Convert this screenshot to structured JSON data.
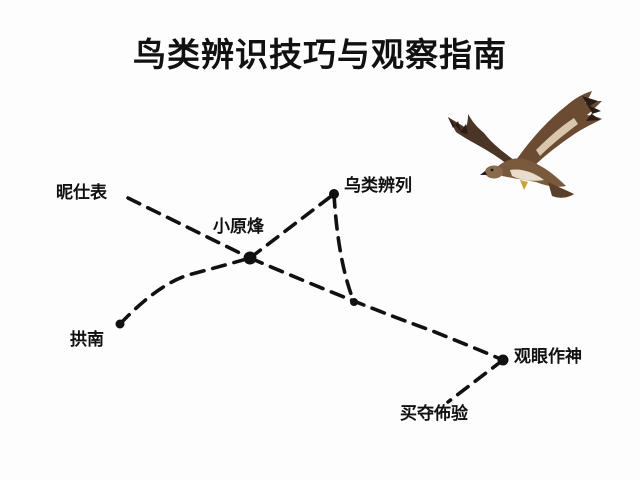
{
  "title": "鸟类辨识技巧与观察指南",
  "diagram": {
    "nodes": [
      {
        "id": "n-left-top",
        "label": "昵仕表"
      },
      {
        "id": "n-center",
        "label": "小原烽"
      },
      {
        "id": "n-right-top",
        "label": "乌类辨列"
      },
      {
        "id": "n-left-bottom",
        "label": "拱南"
      },
      {
        "id": "n-right-mid",
        "label": "观眼作神"
      },
      {
        "id": "n-right-bottom",
        "label": "买夺佈验"
      },
      {
        "id": "n-junction",
        "label": ""
      }
    ],
    "edges": [
      {
        "from": "n-left-top",
        "to": "n-center"
      },
      {
        "from": "n-left-bottom",
        "to": "n-center"
      },
      {
        "from": "n-center",
        "to": "n-right-top"
      },
      {
        "from": "n-right-top",
        "to": "n-junction"
      },
      {
        "from": "n-center",
        "to": "n-right-mid"
      },
      {
        "from": "n-right-mid",
        "to": "n-right-bottom"
      }
    ],
    "colors": {
      "ink": "#111111",
      "background": "#ffffff"
    }
  },
  "illustration": {
    "icon": "eagle-icon"
  }
}
